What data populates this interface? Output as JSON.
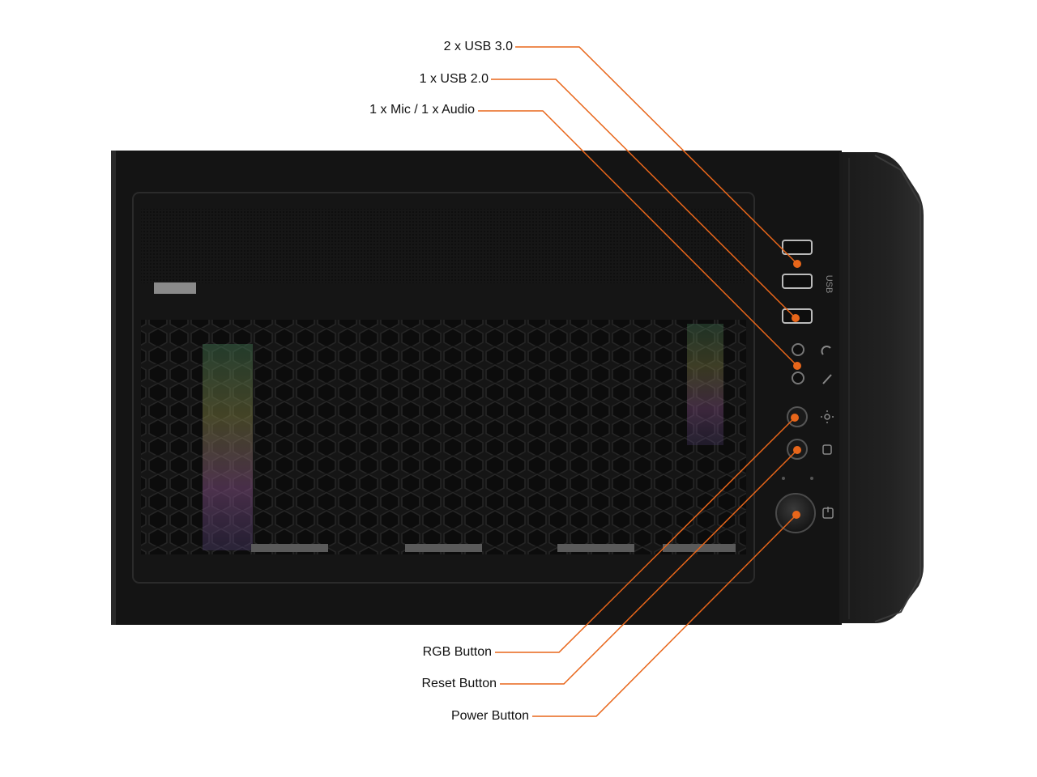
{
  "accent_color": "#e8661a",
  "case_color": "#141414",
  "callouts": {
    "usb3": "2 x USB 3.0",
    "usb2": "1 x USB 2.0",
    "audio": "1 x Mic / 1 x Audio",
    "rgb": "RGB Button",
    "reset": "Reset Button",
    "power": "Power Button"
  },
  "front_panel_text": "USB"
}
